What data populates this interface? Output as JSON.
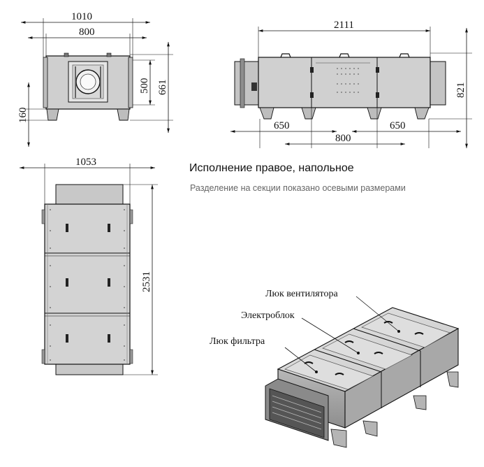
{
  "title": "Исполнение правое, напольное",
  "subtitle": "Разделение на секции показано осевыми размерами",
  "front_view": {
    "width_outer": "1010",
    "width_inner": "800",
    "height_mid": "500",
    "height_total": "661",
    "leg_height": "160"
  },
  "side_view": {
    "length_total": "2111",
    "height_total": "821",
    "section_left": "650",
    "section_mid": "800",
    "section_right": "650"
  },
  "top_view": {
    "width": "1053",
    "length": "2531"
  },
  "callouts": {
    "fan_hatch": "Люк вентилятора",
    "electric_block": "Электроблок",
    "filter_hatch": "Люк фильтра"
  },
  "colors": {
    "panel": "#d4d4d4",
    "panel_dark": "#9a9a9a",
    "line": "#111111"
  }
}
